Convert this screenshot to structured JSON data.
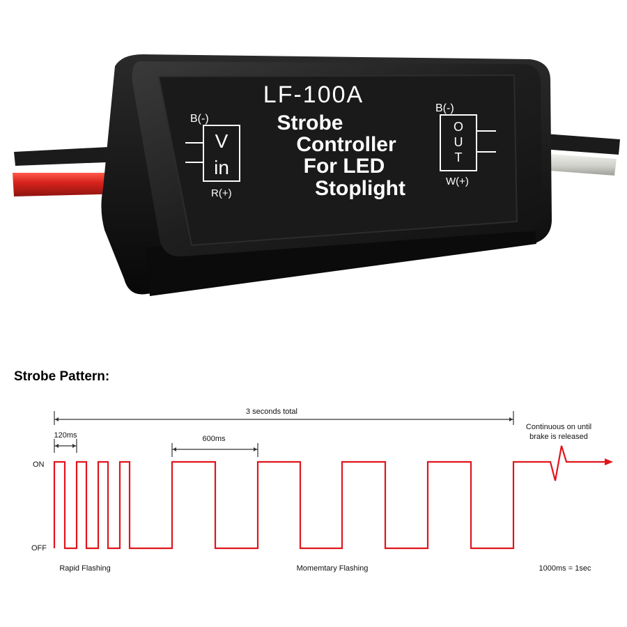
{
  "device": {
    "model": "LF-100A",
    "title_lines": [
      "Strobe",
      "Controller",
      "For LED",
      "Stoplight"
    ],
    "input": {
      "top": "B(-)",
      "letters": [
        "V",
        "in"
      ],
      "bottom": "R(+)"
    },
    "output": {
      "top": "B(-)",
      "letters": [
        "O",
        "U",
        "T"
      ],
      "bottom": "W(+)"
    },
    "colors": {
      "case": "#151515",
      "wire_red": "#d8231c",
      "wire_black": "#1a1a1a",
      "wire_white": "#d9d9d4"
    }
  },
  "diagram": {
    "heading": "Strobe Pattern:",
    "total_label": "3 seconds total",
    "rapid_label": "120ms",
    "momentary_label": "600ms",
    "continuous_label_1": "Continuous on until",
    "continuous_label_2": "brake is released",
    "on_label": "ON",
    "off_label": "OFF",
    "rapid_caption": "Rapid Flashing",
    "momentary_caption": "Momemtary Flashing",
    "scale_note": "1000ms = 1sec",
    "signal_color": "#e0141b"
  }
}
